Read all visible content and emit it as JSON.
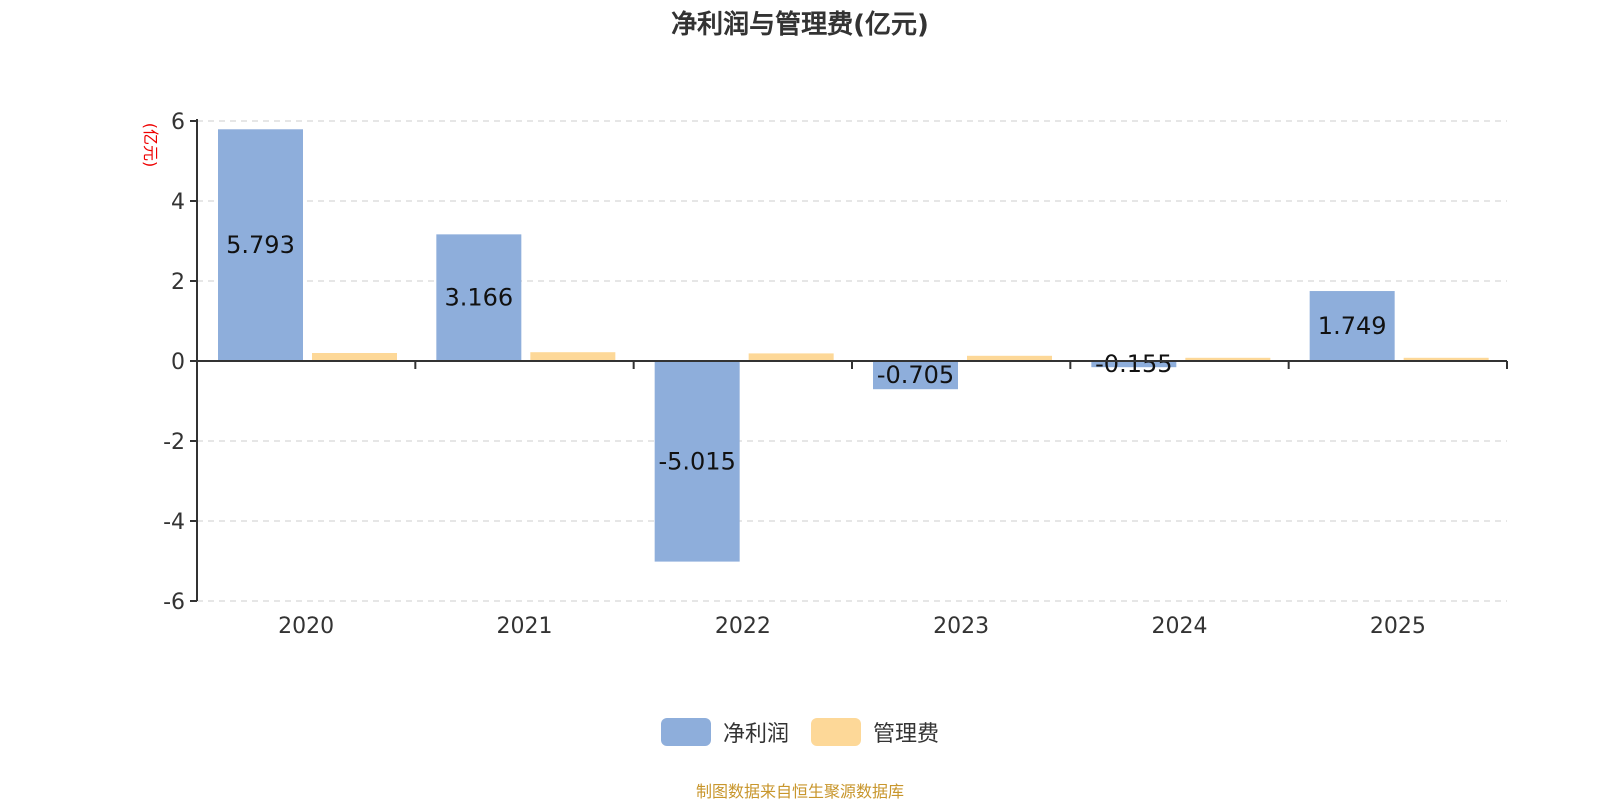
{
  "chart_data": {
    "type": "bar",
    "title": "净利润与管理费(亿元)",
    "ylabel": "(亿元)",
    "xlabel": "",
    "categories": [
      "2020",
      "2021",
      "2022",
      "2023",
      "2024",
      "2025"
    ],
    "ylim": [
      -6,
      6
    ],
    "yticks": [
      -6,
      -4,
      -2,
      0,
      2,
      4,
      6
    ],
    "grid": true,
    "legend_position": "bottom",
    "series": [
      {
        "name": "净利润",
        "color": "#8eaedb",
        "values": [
          5.793,
          3.166,
          -5.015,
          -0.705,
          -0.155,
          1.749
        ],
        "labels": [
          "5.793",
          "3.166",
          "-5.015",
          "-0.705",
          "-0.155",
          "1.749"
        ]
      },
      {
        "name": "管理费",
        "color": "#fdd898",
        "values": [
          0.2,
          0.22,
          0.19,
          0.13,
          0.08,
          0.08
        ]
      }
    ]
  },
  "source": "制图数据来自恒生聚源数据库"
}
